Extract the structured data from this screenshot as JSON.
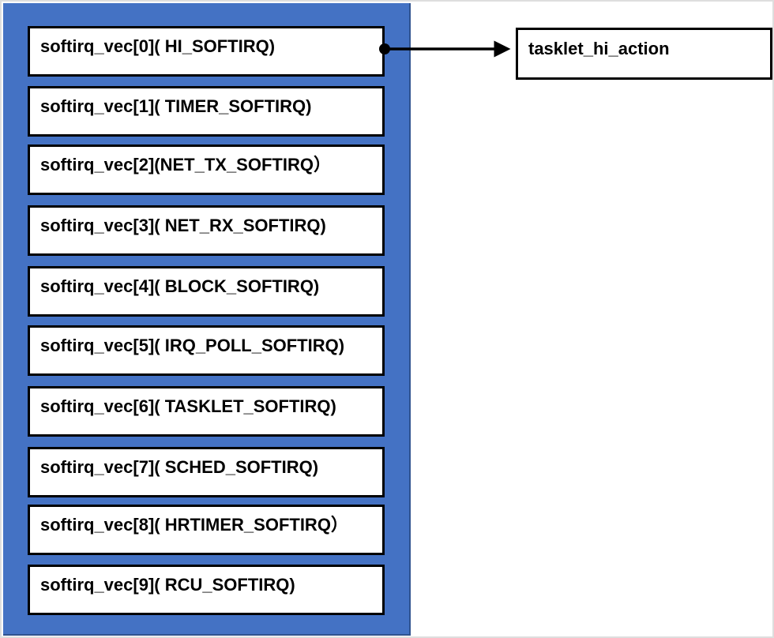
{
  "vector": {
    "entries": [
      {
        "label": "softirq_vec[0]( HI_SOFTIRQ)"
      },
      {
        "label": "softirq_vec[1]( TIMER_SOFTIRQ)"
      },
      {
        "label": "softirq_vec[2](NET_TX_SOFTIRQ）"
      },
      {
        "label": "softirq_vec[3]( NET_RX_SOFTIRQ)"
      },
      {
        "label": "softirq_vec[4]( BLOCK_SOFTIRQ)"
      },
      {
        "label": "softirq_vec[5]( IRQ_POLL_SOFTIRQ)"
      },
      {
        "label": "softirq_vec[6]( TASKLET_SOFTIRQ)"
      },
      {
        "label": "softirq_vec[7]( SCHED_SOFTIRQ)"
      },
      {
        "label": "softirq_vec[8]( HRTIMER_SOFTIRQ）"
      },
      {
        "label": "softirq_vec[9]( RCU_SOFTIRQ)"
      }
    ]
  },
  "handler": {
    "label": "tasklet_hi_action"
  },
  "colors": {
    "panel": "#4472c4",
    "box_border": "#000000",
    "box_fill": "#ffffff"
  }
}
